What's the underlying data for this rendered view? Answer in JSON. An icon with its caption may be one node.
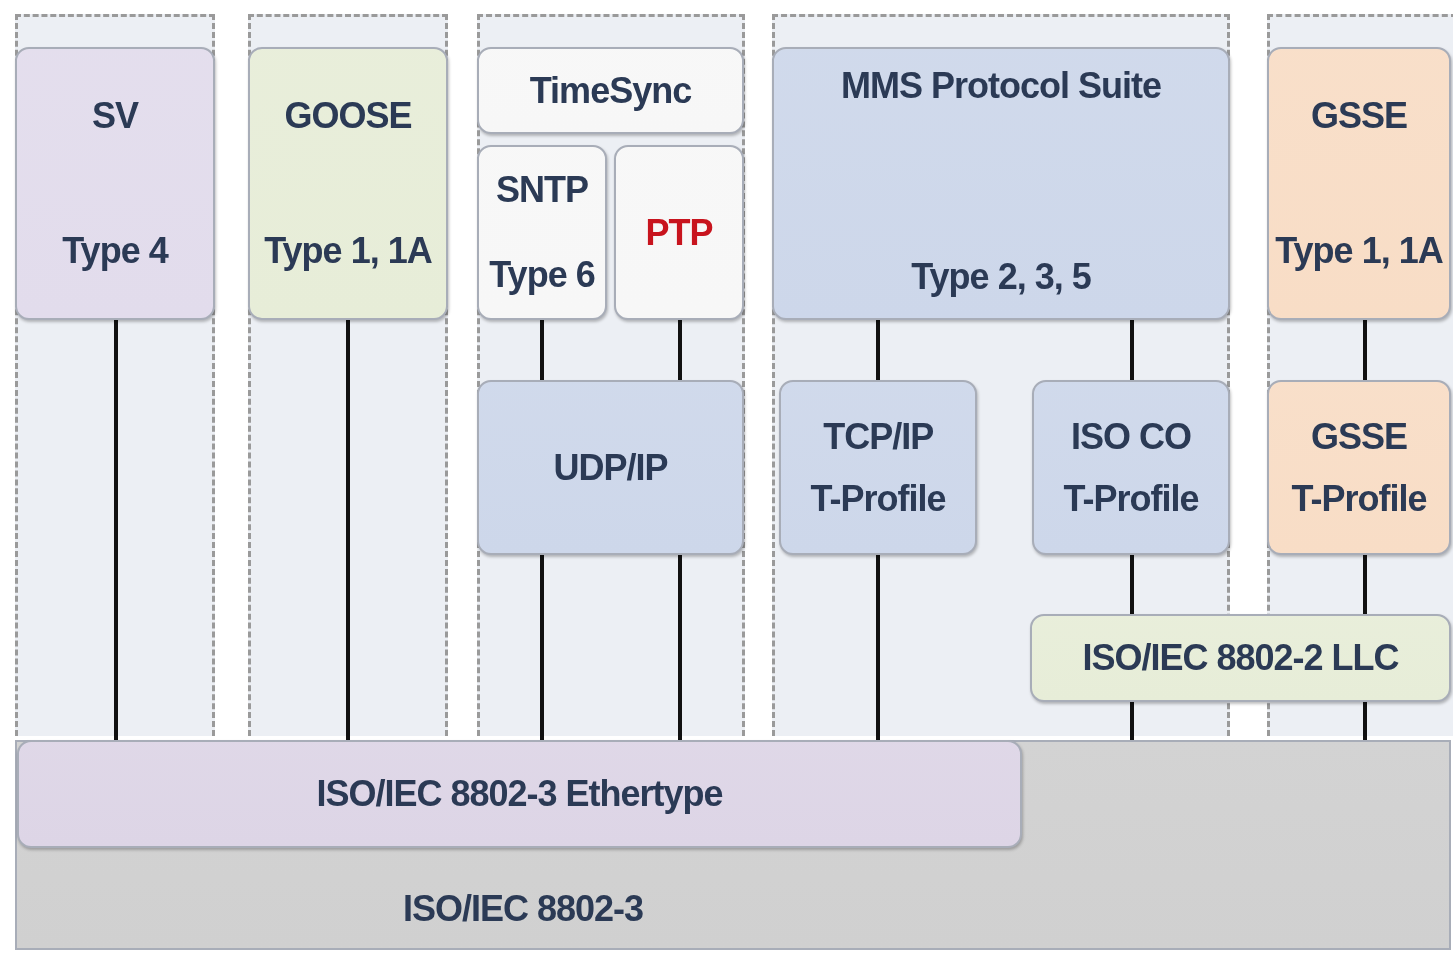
{
  "diagram": {
    "nodes": [
      {
        "text": [
          "SV",
          "Type 4"
        ]
      },
      {
        "text": [
          "GOOSE",
          "Type 1, 1A"
        ]
      },
      {
        "text": [
          "TimeSync"
        ]
      },
      {
        "text": [
          "SNTP",
          "Type 6"
        ]
      },
      {
        "text": [
          "PTP"
        ]
      },
      {
        "text": [
          "MMS Protocol Suite",
          "Type 2, 3, 5"
        ]
      },
      {
        "text": [
          "GSSE",
          "Type 1, 1A"
        ]
      },
      {
        "text": [
          "UDP/IP"
        ]
      },
      {
        "text": [
          "TCP/IP T-Profile"
        ]
      },
      {
        "text": [
          "ISO CO T-Profile"
        ]
      },
      {
        "text": [
          "GSSE T-Profile"
        ]
      },
      {
        "text": [
          "ISO/IEC 8802-2 LLC"
        ]
      },
      {
        "text": [
          "ISO/IEC 8802-3"
        ]
      },
      {
        "text": [
          "ISO/IEC 8802-3 Ethertype"
        ],
        "in": 12
      }
    ],
    "edges": [
      {
        "from": 0,
        "to": 13,
        "arrow": "none"
      },
      {
        "from": 1,
        "to": 13,
        "arrow": "none"
      },
      {
        "from": 3,
        "to": 7,
        "arrow": "none"
      },
      {
        "from": 4,
        "to": 7,
        "arrow": "none"
      },
      {
        "from": 7,
        "to": 13,
        "arrow": "none"
      },
      {
        "from": 7,
        "to": 13,
        "arrow": "none"
      },
      {
        "from": 5,
        "to": 8,
        "arrow": "none"
      },
      {
        "from": 5,
        "to": 9,
        "arrow": "none"
      },
      {
        "from": 8,
        "to": 13,
        "arrow": "none"
      },
      {
        "from": 9,
        "to": 11,
        "arrow": "none"
      },
      {
        "from": 11,
        "to": 12,
        "arrow": "none"
      },
      {
        "from": 6,
        "to": 10,
        "arrow": "none"
      },
      {
        "from": 10,
        "to": 11,
        "arrow": "none"
      },
      {
        "from": 11,
        "to": 12,
        "arrow": "none"
      }
    ]
  }
}
